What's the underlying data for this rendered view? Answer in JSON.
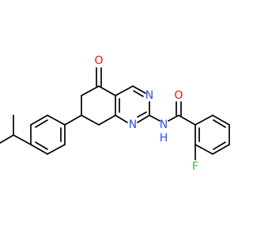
{
  "molecule": {
    "atoms": {
      "oxygen_ketone": {
        "label": "O",
        "color": "#ff0d0d"
      },
      "nitrogen_ring_top": {
        "label": "N",
        "color": "#3050f8"
      },
      "nitrogen_ring_bottom": {
        "label": "N",
        "color": "#3050f8"
      },
      "nitrogen_amide": {
        "label": "N",
        "color": "#3050f8"
      },
      "hydrogen_amide": {
        "label": "H",
        "color": "#3050f8"
      },
      "oxygen_amide": {
        "label": "O",
        "color": "#ff0d0d"
      },
      "fluorine": {
        "label": "F",
        "color": "#33cc33"
      }
    },
    "bond_color": "#000000"
  }
}
